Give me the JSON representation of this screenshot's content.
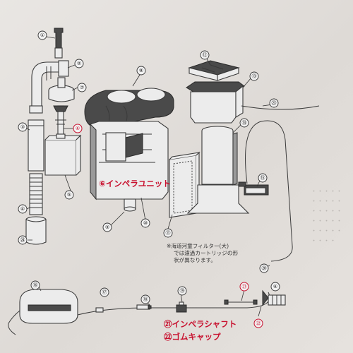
{
  "labels": {
    "impeller_unit": "⑥インペラユニット",
    "impeller_shaft": "㉑インペラシャフト",
    "rubber_cap": "㉒ゴムキャップ"
  },
  "note": {
    "line1": "※海道河童フィルター(大)",
    "line2": "では濾過カートリッジの形",
    "line3": "状が異なります。"
  },
  "part_numbers": [
    "①",
    "②",
    "③",
    "④",
    "⑤",
    "⑥",
    "⑦",
    "⑧",
    "⑨",
    "⑩",
    "⑪",
    "⑫",
    "⑬",
    "⑭",
    "⑮",
    "⑯",
    "⑰",
    "⑱",
    "⑲",
    "⑳",
    "㉑",
    "㉒",
    "㉓",
    "㉔"
  ],
  "colors": {
    "accent_red": "#c8102e",
    "ink": "#333333",
    "paper": "#e4e0dc"
  }
}
